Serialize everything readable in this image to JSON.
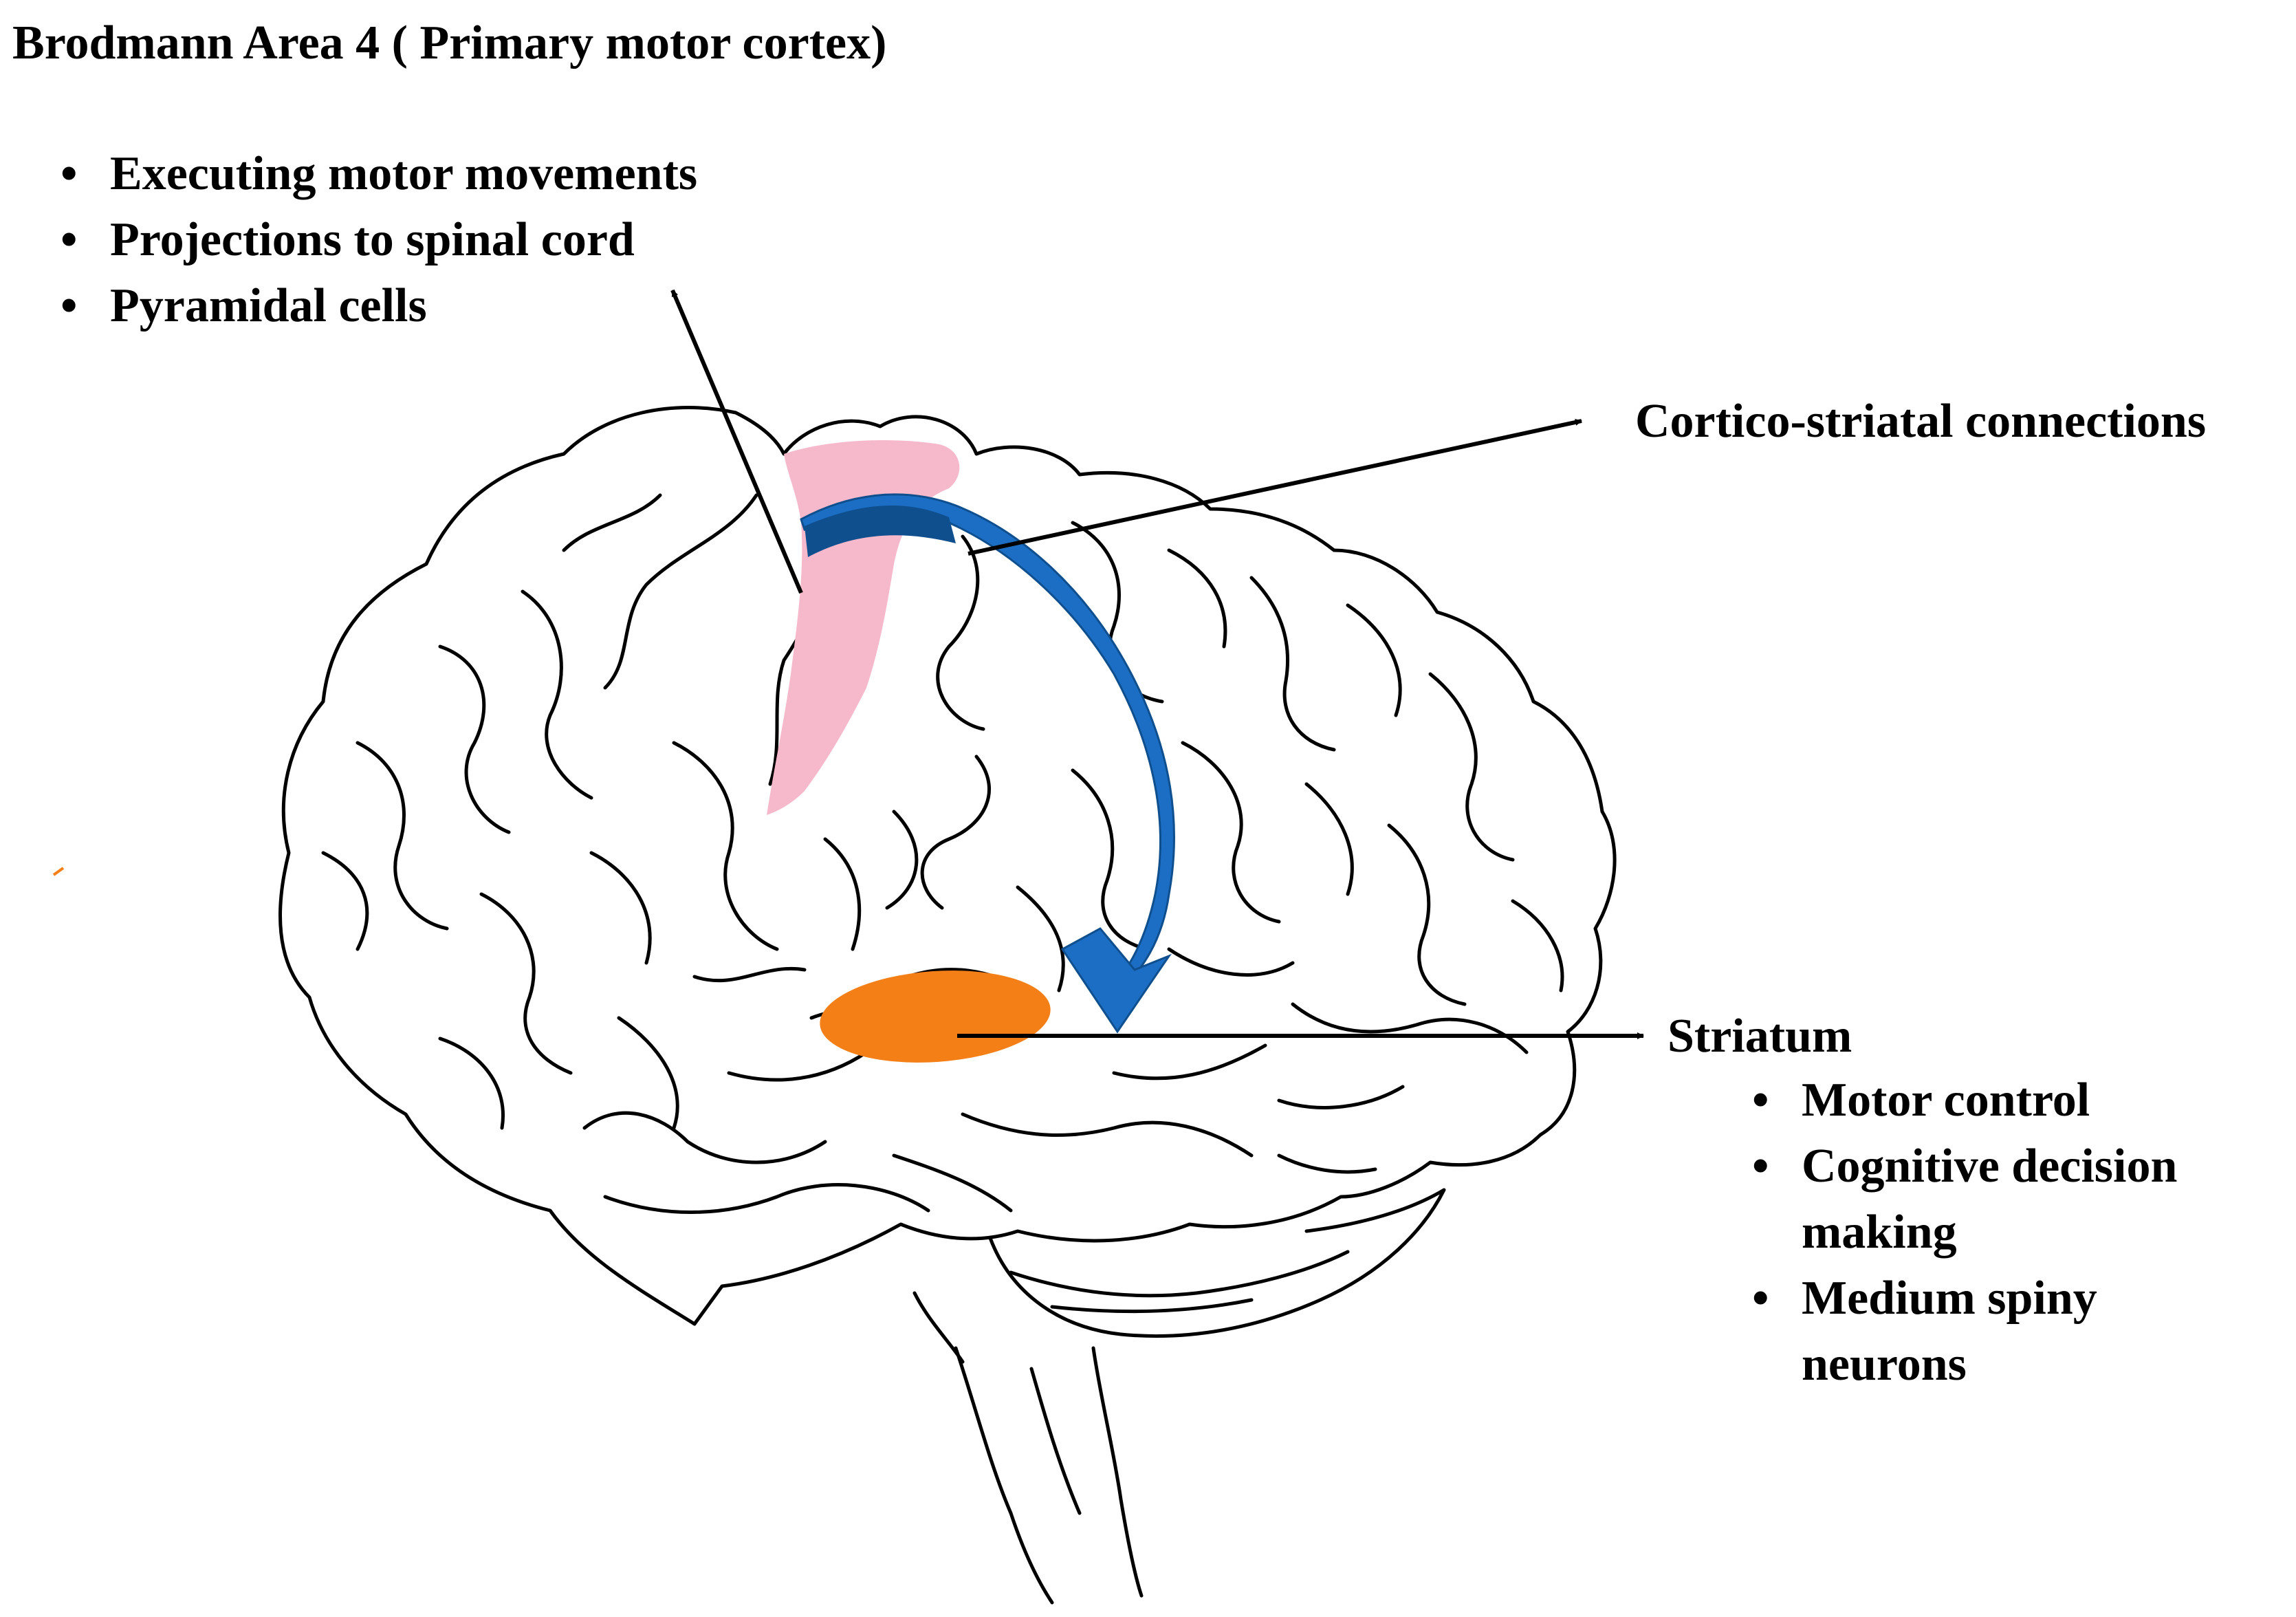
{
  "title": "Brodmann Area 4 ( Primary motor cortex)",
  "motor_cortex": {
    "items": [
      "Executing motor movements",
      "Projections to spinal cord",
      "Pyramidal cells"
    ]
  },
  "connections_label": "Cortico-striatal connections",
  "striatum": {
    "label": "Striatum",
    "items": [
      {
        "line1": "Motor control",
        "line2": ""
      },
      {
        "line1": "Cognitive decision",
        "line2": "making"
      },
      {
        "line1": "Medium spiny",
        "line2": "neurons"
      }
    ]
  },
  "bullet_glyph": "•",
  "colors": {
    "motor_cortex_region": "#f6b9cc",
    "striatum_region": "#f47f16",
    "connection_arrow": "#1c6ec4",
    "connection_arrow_dark": "#0f4f8e",
    "outline": "#000000"
  },
  "icons": {
    "brain": "brain-outline-icon",
    "arrow": "arrow-right-icon"
  }
}
